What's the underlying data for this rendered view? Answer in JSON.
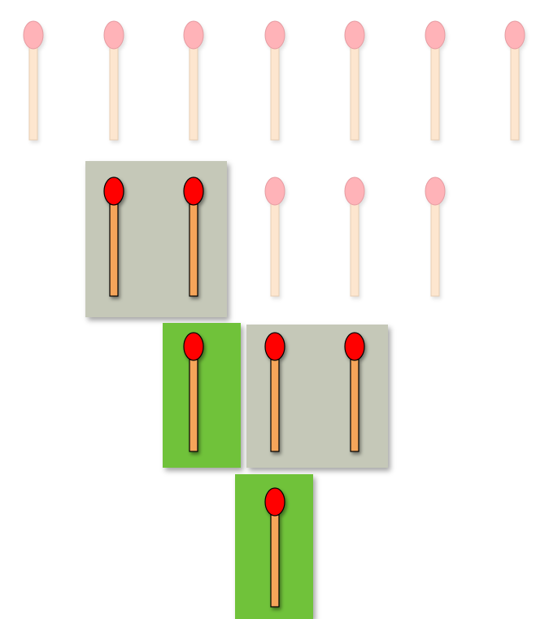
{
  "colors": {
    "faded_head": "#ffb3b8",
    "faded_head_stroke": "#e59aa0",
    "faded_stick": "#fde6cf",
    "faded_stick_stroke": "#e7cdb3",
    "active_head": "#ff0000",
    "active_stick": "#f5a55a",
    "outline": "#000000",
    "group_gray": "#c5c8b8",
    "group_green": "#70c23a"
  },
  "rows": [
    {
      "row": 1,
      "matches": [
        {
          "state": "faded"
        },
        {
          "state": "faded"
        },
        {
          "state": "faded"
        },
        {
          "state": "faded"
        },
        {
          "state": "faded"
        },
        {
          "state": "faded"
        },
        {
          "state": "faded"
        }
      ]
    },
    {
      "row": 2,
      "matches": [
        {
          "state": "active",
          "group": "gray-1"
        },
        {
          "state": "active",
          "group": "gray-1"
        },
        {
          "state": "faded"
        },
        {
          "state": "faded"
        },
        {
          "state": "faded"
        }
      ]
    },
    {
      "row": 3,
      "matches": [
        {
          "state": "active",
          "group": "green-1"
        },
        {
          "state": "active",
          "group": "gray-2"
        },
        {
          "state": "active",
          "group": "gray-2"
        }
      ]
    },
    {
      "row": 4,
      "matches": [
        {
          "state": "active",
          "group": "green-2"
        }
      ]
    }
  ],
  "groups": [
    {
      "id": "gray-1",
      "color": "gray"
    },
    {
      "id": "green-1",
      "color": "green"
    },
    {
      "id": "gray-2",
      "color": "gray"
    },
    {
      "id": "green-2",
      "color": "green"
    }
  ]
}
